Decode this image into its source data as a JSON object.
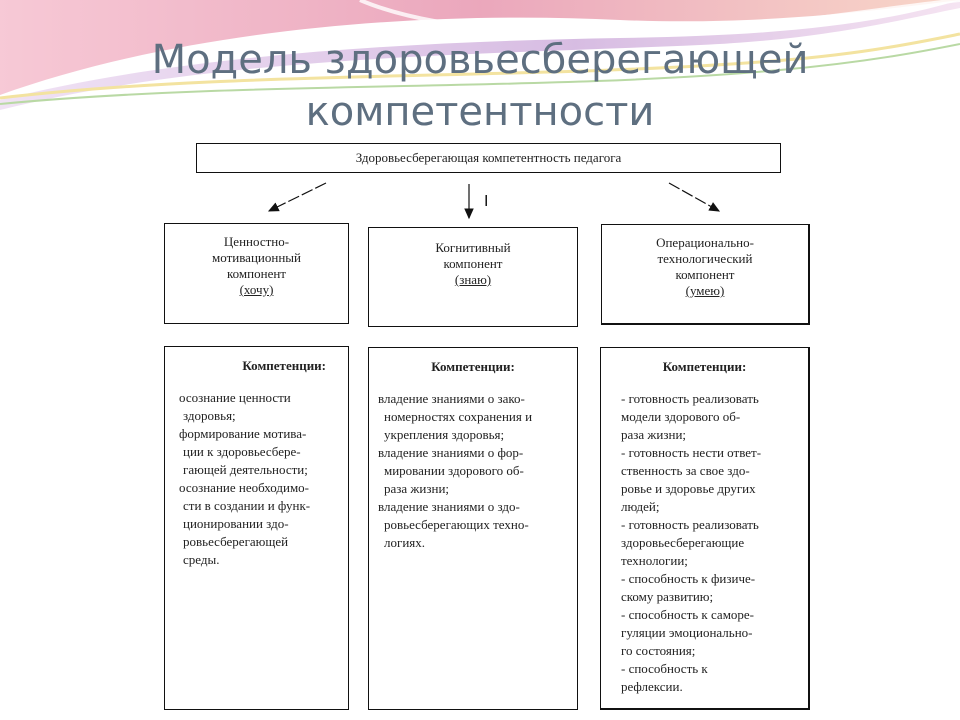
{
  "slide": {
    "title_line1": "Модель здоровьесберегающей",
    "title_line2": "компетентности"
  },
  "colors": {
    "title": "#5e6f80",
    "swoosh_pink": "#e48aa6",
    "swoosh_violet": "#c6a0d6",
    "swoosh_yellow": "#f3e3a0",
    "swoosh_green": "#b9d9a4"
  },
  "diagram": {
    "root": "Здоровьесберегающая компетентность педагога",
    "arrow_mark": "I",
    "components": [
      {
        "lines": [
          "Ценностно-",
          "мотивационный",
          "компонент"
        ],
        "verb": "(хочу)"
      },
      {
        "lines": [
          "Когнитивный",
          "компонент"
        ],
        "verb": "(знаю)"
      },
      {
        "lines": [
          "Операционально-",
          "технологический",
          "компонент"
        ],
        "verb": "(умею)"
      }
    ],
    "competency_heading": "Компетенции:",
    "competencies": [
      {
        "lines": [
          "осознание ценности",
          "  здоровья;",
          "формирование мотива-",
          "  ции к здоровьесбере-",
          "  гающей деятельности;",
          "осознание необходимо-",
          "  сти в создании и функ-",
          "  ционировании здо-",
          "  ровьесберегающей",
          "  среды."
        ]
      },
      {
        "lines": [
          "владение знаниями о зако-",
          "  номерностях сохранения и",
          "  укрепления здоровья;",
          "владение знаниями о фор-",
          "  мировании здорового об-",
          "  раза жизни;",
          "владение знаниями о здо-",
          "  ровьесберегающих техно-",
          "  логиях."
        ]
      },
      {
        "lines": [
          "-  готовность  реализовать",
          "   модели  здорового  об-",
          "   раза жизни;",
          "-  готовность нести ответ-",
          "   ственность за свое здо-",
          "   ровье и здоровье других",
          "   людей;",
          "-  готовность  реализовать",
          "   здоровьесберегающие",
          "   технологии;",
          "-  способность  к  физиче-",
          "   скому развитию;",
          "-  способность  к  саморе-",
          "   гуляции  эмоциональ­но-",
          "   го состояния;",
          "-  способность к",
          "   рефлексии."
        ]
      }
    ]
  }
}
